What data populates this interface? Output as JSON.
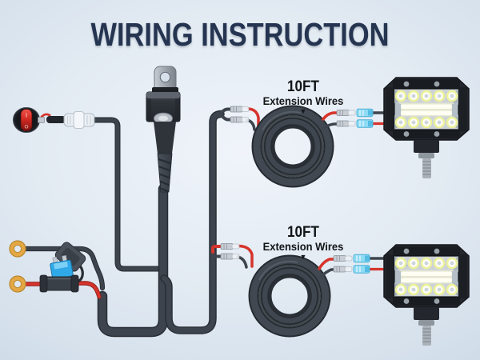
{
  "title": "WIRING INSTRUCTION",
  "labels": {
    "top_extension": {
      "length": "10FT",
      "caption": "Extension Wires",
      "arrow": "▼"
    },
    "bottom_extension": {
      "length": "10FT",
      "caption": "Extension Wires",
      "arrow": "▼"
    }
  },
  "switch": {
    "on_mark": "I",
    "off_mark": "O"
  },
  "components": {
    "switch": "round-rocker-switch-icon",
    "inline_connector": "bullet-connector-icon",
    "relay": "relay-with-mounting-tab-icon",
    "ring_terminals": "battery-ring-terminal-icon",
    "fuse": "inline-blade-fuse-holder-icon",
    "extension_wire_top": "coiled-extension-wire-icon",
    "extension_wire_bottom": "coiled-extension-wire-icon",
    "light_pod_top": "led-work-light-icon",
    "light_pod_bottom": "led-work-light-icon"
  },
  "colors": {
    "title_text": "#253551",
    "label_text": "#111417",
    "background_center": "#f0f4fa",
    "background_edge": "#bccbdc",
    "wire_dark": "#3d444d",
    "wire_outline": "#282d34",
    "wire_red": "#d6342c",
    "terminal_gold": "#e3a844",
    "terminal_silver": "#c9ced4",
    "fuse_blue": "#2fa9e8",
    "connector_blue": "#8edcf5",
    "connector_clear": "#eef1f5",
    "relay_body": "#2c3137",
    "led_yellow": "#edf29b",
    "led_white": "#ffffff"
  }
}
